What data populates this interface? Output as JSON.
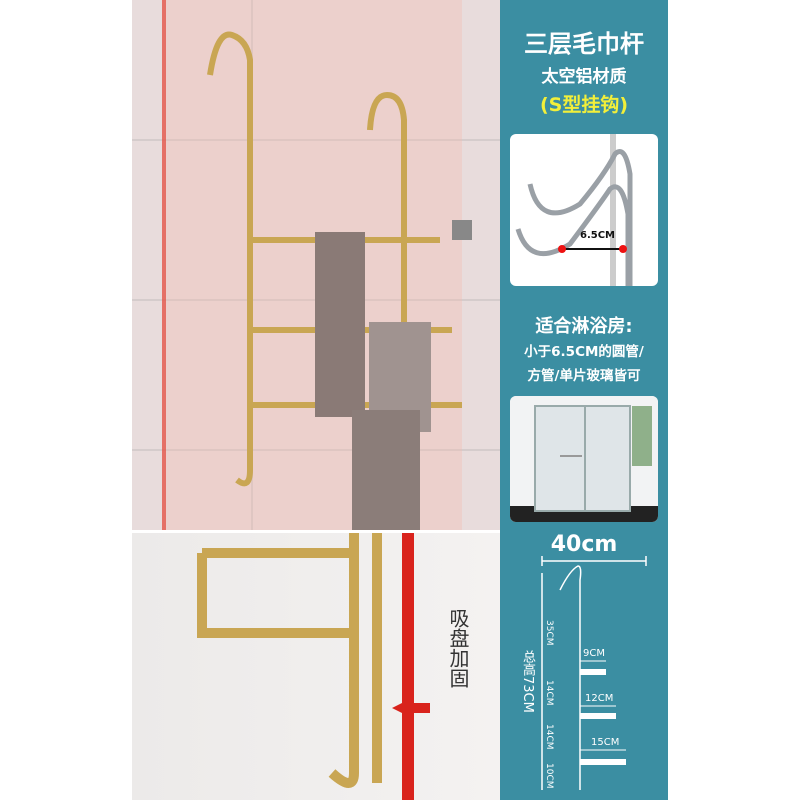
{
  "header": {
    "title": "三层毛巾杆",
    "material": "太空铝材质",
    "hook_type": "(S型挂钩)"
  },
  "hook_card": {
    "gap_label": "6.5CM"
  },
  "suitability": {
    "title": "适合淋浴房:",
    "line1": "小于6.5CM的圆管/",
    "line2": "方管/单片玻璃皆可"
  },
  "dimensions": {
    "width": "40cm",
    "total_height": "总高73CM",
    "segments": [
      "35CM",
      "14CM",
      "14CM",
      "10CM"
    ],
    "bars": [
      "9CM",
      "12CM",
      "15CM"
    ]
  },
  "detail_photo": {
    "suction_label": "吸盘加固"
  },
  "colors": {
    "panel": "#3b8ea2",
    "accent_yellow": "#f2ef3a",
    "gold": "#c9a653",
    "red": "#d9231c"
  }
}
